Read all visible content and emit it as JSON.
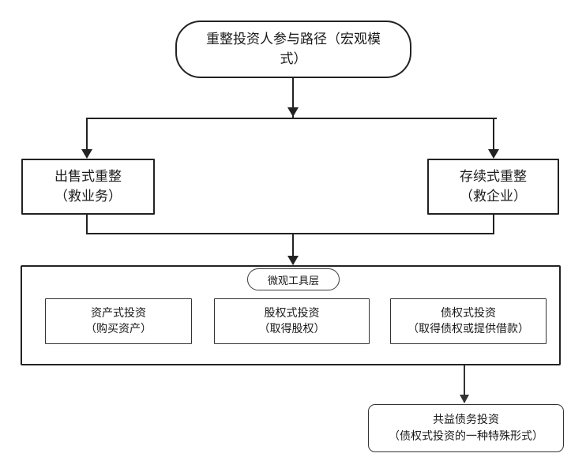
{
  "diagram": {
    "root": {
      "label": "重整投资人参与路径（宏观模式）"
    },
    "branches": [
      {
        "label": "出售式重整\n（救业务）"
      },
      {
        "label": "存续式重整\n（救企业）"
      }
    ],
    "tool_layer": {
      "label": "微观工具层",
      "tools": [
        {
          "label": "资产式投资\n（购买资产）"
        },
        {
          "label": "股权式投资\n（取得股权）"
        },
        {
          "label": "债权式投资\n（取得债权或提供借款）"
        }
      ]
    },
    "leaf": {
      "label": "共益债务投资\n（债权式投资的一种特殊形式）"
    },
    "colors": {
      "background": "#ffffff",
      "stroke_heavy": "#222222",
      "stroke_light": "#333333",
      "text": "#1a1a1a"
    }
  }
}
